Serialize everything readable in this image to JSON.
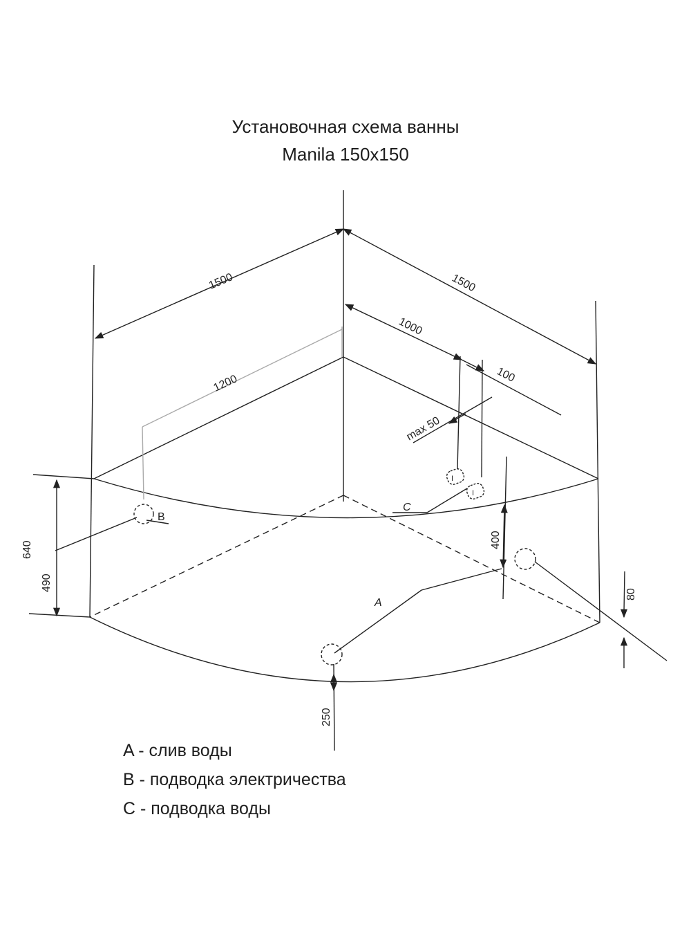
{
  "title": {
    "line1": "Установочная схема ванны",
    "line2": "Manila 150x150"
  },
  "dimensions": {
    "width_left": "1500",
    "width_right": "1500",
    "inner_1200": "1200",
    "to_inlet_1000": "1000",
    "inlet_spacing_100": "100",
    "max_50": "max 50",
    "height_640": "640",
    "height_490": "490",
    "inlet_height_400": "400",
    "drain_offset_80": "80",
    "drain_height_250": "250"
  },
  "point_labels": {
    "a": "A",
    "b": "B",
    "c": "C"
  },
  "legend": [
    "A - слив воды",
    "B - подводка электричества",
    "C - подводка воды"
  ]
}
